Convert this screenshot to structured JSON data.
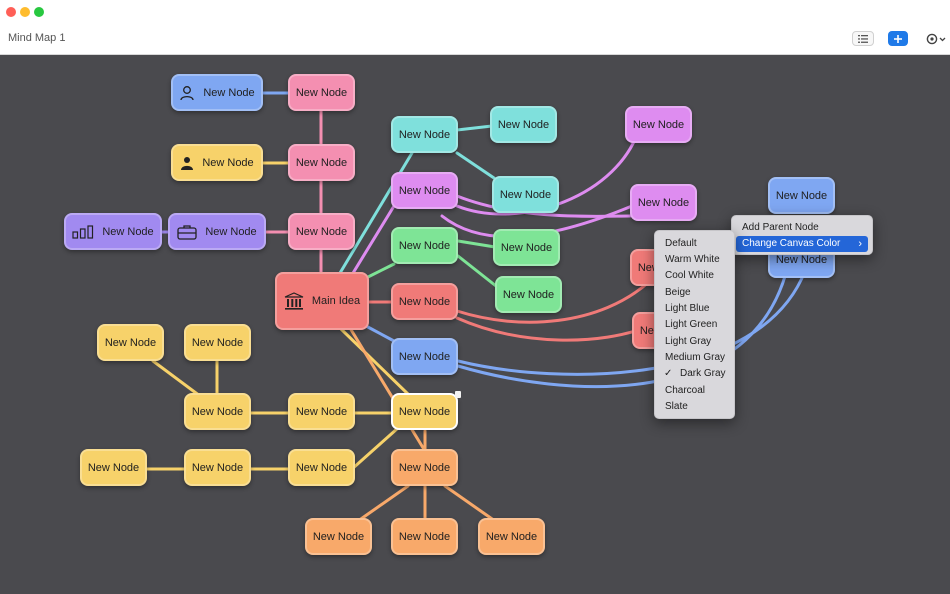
{
  "window": {
    "title": "Mind Map 1",
    "canvas_color": "#4a4a4e"
  },
  "toolbar": {
    "outline_icon": "list-icon",
    "add_icon": "plus-icon",
    "settings_icon": "gear-icon"
  },
  "nodes": {
    "person": "New Node",
    "person_child": "New Node",
    "person_filled": "New Node",
    "person_filled_child": "New Node",
    "chart": "New Node",
    "briefcase": "New Node",
    "briefcase_child": "New Node",
    "main": "Main Idea",
    "cyan_1": "New Node",
    "cyan_1a": "New Node",
    "cyan_1b": "New Node",
    "purple_1": "New Node",
    "purple_1a": "New Node",
    "purple_1b": "New Node",
    "green_1": "New Node",
    "green_1a": "New Node",
    "green_1b": "New Node",
    "red_1": "New Node",
    "red_1a": "New Node",
    "red_1b": "New Node",
    "blue_1": "New Node",
    "blue_1a": "New Node",
    "blue_1b": "New Node",
    "yellow_main": "New Node",
    "yellow_1": "New Node",
    "yellow_2": "New Node",
    "yellow_top_a": "New Node",
    "yellow_top_b": "New Node",
    "yellow_3": "New Node",
    "yellow_4": "New Node",
    "orange_1": "New Node",
    "orange_a": "New Node",
    "orange_b": "New Node",
    "orange_c": "New Node"
  },
  "context_menu": {
    "items": [
      "Add Parent Node",
      "Change Canvas Color"
    ]
  },
  "color_submenu": {
    "items": [
      "Default",
      "Warm White",
      "Cool White",
      "Beige",
      "Light Blue",
      "Light Green",
      "Light Gray",
      "Medium Gray",
      "Dark Gray",
      "Charcoal",
      "Slate"
    ],
    "selected": "Dark Gray",
    "checkmark": "✓"
  },
  "colors": {
    "pink": "#f48fb1",
    "blue": "#7fa7f2",
    "yellow": "#f7d26a",
    "purple": "#a18af0",
    "red": "#f07a78",
    "cyan": "#7fe0dc",
    "magenta": "#de8cf0",
    "green": "#7ee496",
    "orange": "#f8a96a",
    "accent": "#2466d8"
  }
}
